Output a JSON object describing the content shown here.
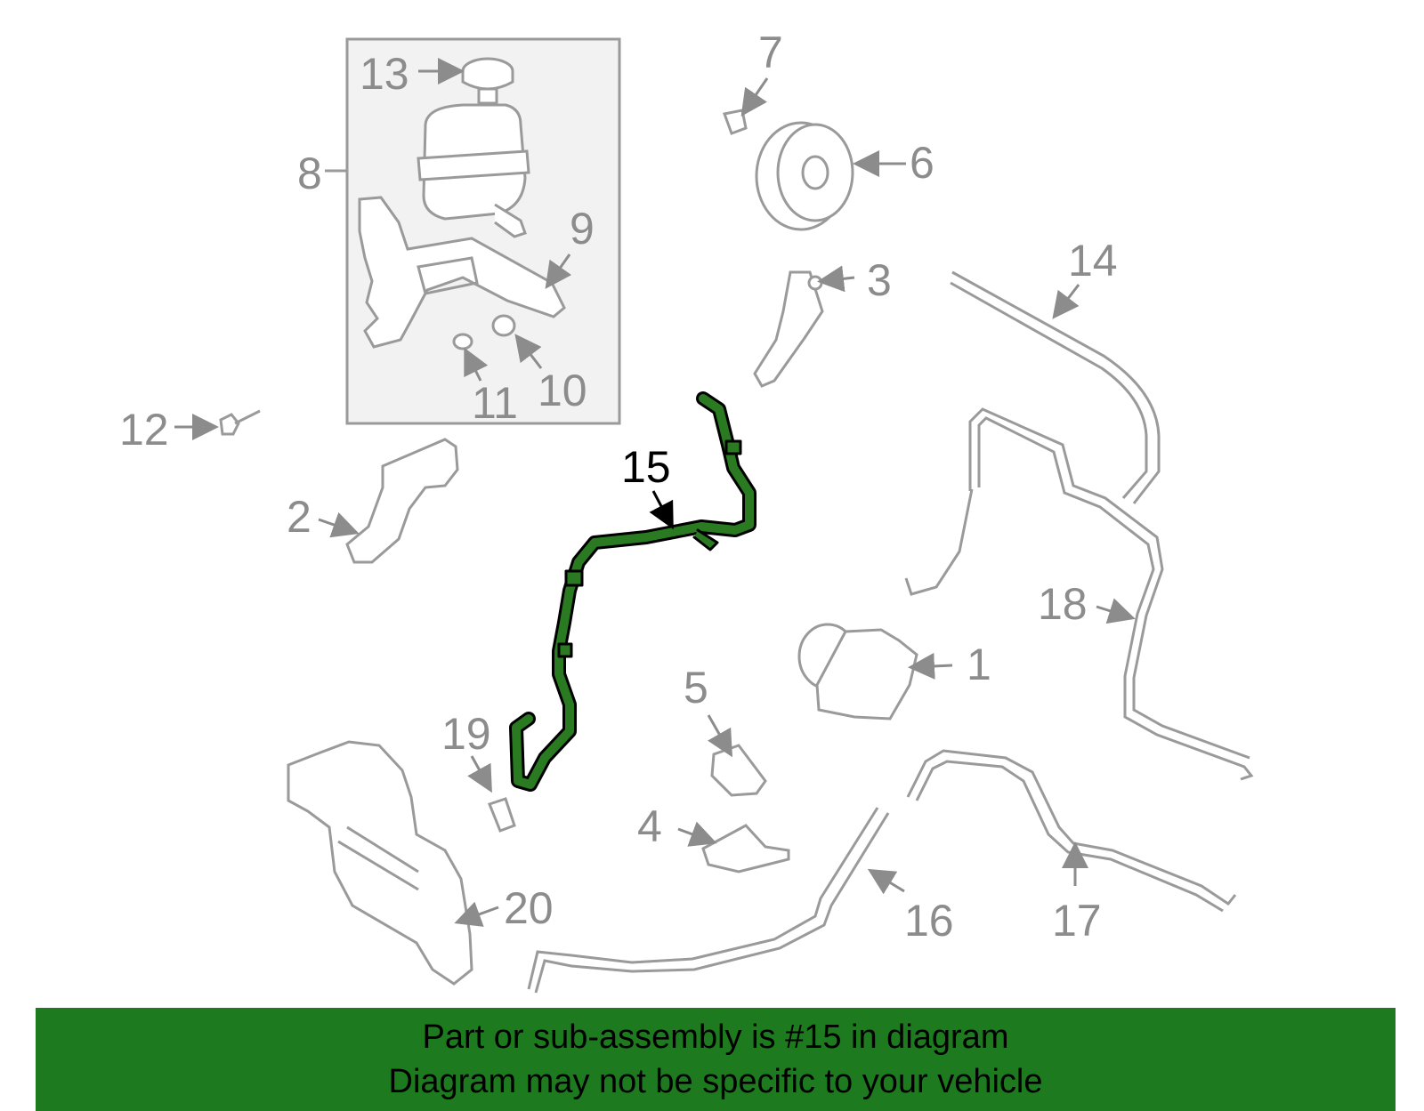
{
  "diagram": {
    "highlight_part": "15",
    "colors": {
      "part_outline": "#9a9a9a",
      "highlight_fill": "#2a7a22",
      "banner_bg": "#1e7a1e",
      "label": "#8c8c8c",
      "highlight_label": "#000000"
    },
    "callouts": {
      "c1": "1",
      "c2": "2",
      "c3": "3",
      "c4": "4",
      "c5": "5",
      "c6": "6",
      "c7": "7",
      "c8": "8",
      "c9": "9",
      "c10": "10",
      "c11": "11",
      "c12": "12",
      "c13": "13",
      "c14": "14",
      "c15": "15",
      "c16": "16",
      "c17": "17",
      "c18": "18",
      "c19": "19",
      "c20": "20"
    }
  },
  "banner": {
    "line1": "Part or sub-assembly is #15 in diagram",
    "line2": "Diagram may not be specific to your vehicle"
  }
}
